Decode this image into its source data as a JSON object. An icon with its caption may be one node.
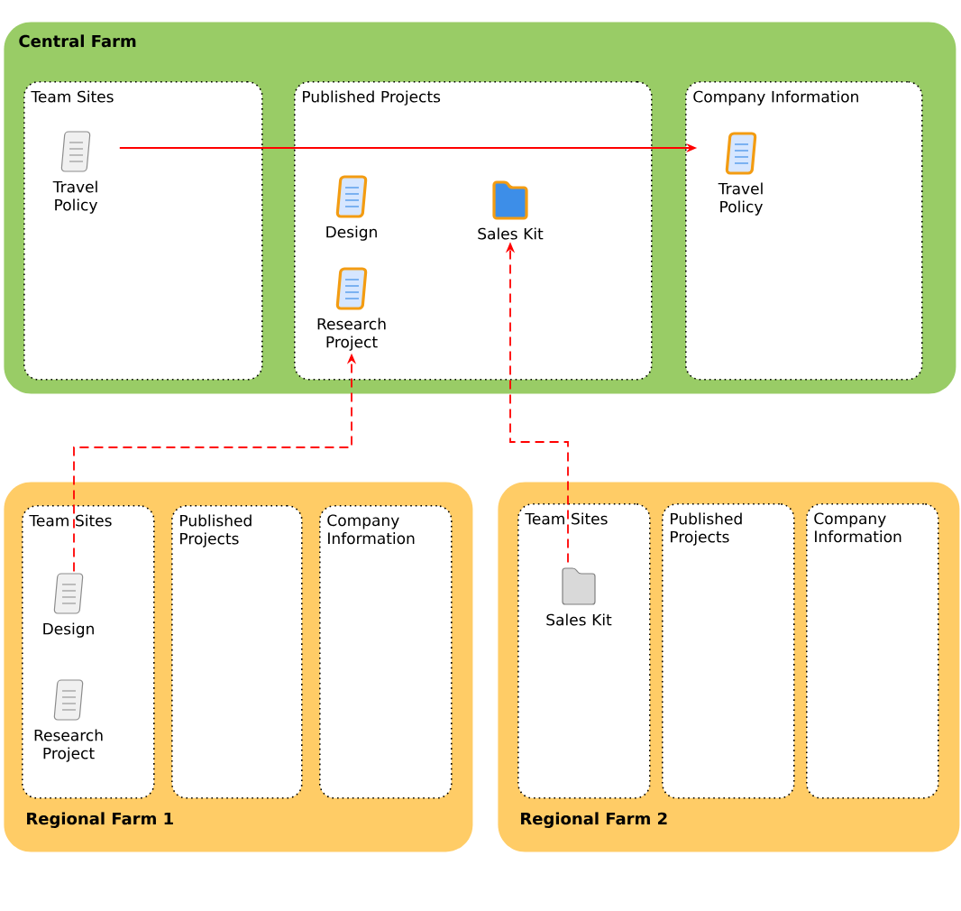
{
  "diagram": {
    "nodes": [
      {
        "text": [
          "Central Farm"
        ]
      },
      {
        "text": [
          "Team Sites"
        ],
        "in": 0
      },
      {
        "text": [
          "Travel Policy"
        ],
        "in": 1
      },
      {
        "text": [
          "Published Projects"
        ],
        "in": 0
      },
      {
        "text": [
          "Design"
        ],
        "in": 3
      },
      {
        "text": [
          "Research Project"
        ],
        "in": 3
      },
      {
        "text": [
          "Sales Kit"
        ],
        "in": 3
      },
      {
        "text": [
          "Company Information"
        ],
        "in": 0
      },
      {
        "text": [
          "Travel Policy"
        ],
        "in": 7
      },
      {
        "text": [
          "Regional Farm 1"
        ]
      },
      {
        "text": [
          "Team Sites"
        ],
        "in": 9
      },
      {
        "text": [
          "Design"
        ],
        "in": 10
      },
      {
        "text": [
          "Research Project"
        ],
        "in": 10
      },
      {
        "text": [
          "Published Projects"
        ],
        "in": 9
      },
      {
        "text": [
          "Company Information"
        ],
        "in": 9
      },
      {
        "text": [
          "Regional Farm 2"
        ]
      },
      {
        "text": [
          "Team Sites"
        ],
        "in": 15
      },
      {
        "text": [
          "Sales Kit"
        ],
        "in": 16
      },
      {
        "text": [
          "Published Projects"
        ],
        "in": 15
      },
      {
        "text": [
          "Company Information"
        ],
        "in": 15
      }
    ],
    "edges": [
      {
        "from": 2,
        "to": 8,
        "arrow": "to"
      },
      {
        "from": 11,
        "to": 5,
        "arrow": "to",
        "style": "dashed"
      },
      {
        "from": 17,
        "to": 6,
        "arrow": "to",
        "style": "dashed"
      }
    ]
  }
}
